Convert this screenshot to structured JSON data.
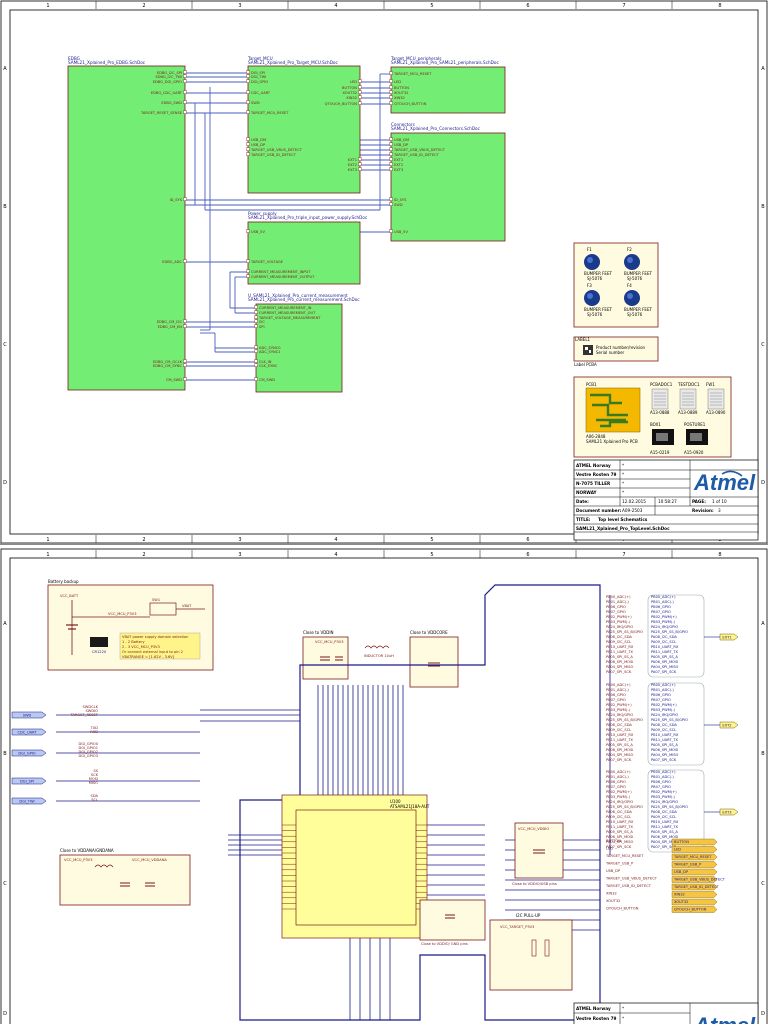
{
  "sheet1": {
    "blocks": {
      "edbg": {
        "title": "EDBG",
        "subtitle": "SAML21_Xplained_Pro_EDBG.SchDoc",
        "pins": [
          "EDBG_I2C_SPI",
          "EDBG_I2C_TWI",
          "EDBG_DGI_GPIO",
          "EDBG_CDC_UART",
          "EDBG_SWD",
          "TARGET_RESET_SENSE",
          "ID_SYS",
          "EDBG_ADC",
          "EDBG_CM_I2C",
          "EDBG_CM_EN",
          "EDBG_CM_GCLK",
          "EDBG_CM_SYNC",
          "CM_SWD"
        ]
      },
      "mcu": {
        "title": "Target_MCU",
        "subtitle": "SAML21_Xplained_Pro_Target_MCU.SchDoc",
        "pins_left": [
          "DGI_SPI",
          "DGI_TWI",
          "DGI_GPIO",
          "CDC_UART",
          "SWD",
          "TARGET_MCU_RESET",
          "USB_DM",
          "USB_DP",
          "TARGET_USB_VBUS_DETECT",
          "TARGET_USB_ID_DETECT"
        ],
        "pins_right": [
          "LED",
          "BUTTON",
          "XOUT32",
          "XIN32",
          "QTOUCH_BUTTON",
          "EXT1",
          "EXT2",
          "EXT3"
        ]
      },
      "periph": {
        "title": "Target_MCU_peripherals",
        "subtitle": "SAML21_Xplained_Pro_SAML21_peripherals.SchDoc",
        "pins": [
          "TARGET_MCU_RESET",
          "LED",
          "BUTTON",
          "XOUT32",
          "XIN32",
          "QTOUCH_BUTTON"
        ]
      },
      "conn": {
        "title": "Connectors",
        "subtitle": "SAML21_Xplained_Pro_Connectors.SchDoc",
        "pins": [
          "USB_DM",
          "USB_DP",
          "TARGET_USB_VBUS_DETECT",
          "TARGET_USB_ID_DETECT",
          "EXT1",
          "EXT2",
          "EXT3",
          "ID_SYS",
          "SWD",
          "USB_5V"
        ]
      },
      "power": {
        "title": "Power_supply",
        "subtitle": "SAML21_Xplained_Pro_triple_input_power_supply.SchDoc",
        "pins": [
          "USB_5V",
          "TARGET_VOLTAGE",
          "CURRENT_MEASUREMENT_INPUT",
          "CURRENT_MEASUREMENT_OUTPUT"
        ]
      },
      "curr": {
        "title": "U_SAML21_Xplained_Pro_current_measurement",
        "subtitle": "SAML21_Xplained_Pro_current_measurement.SchDoc",
        "pins": [
          "CURRENT_MEASUREMENT_IN",
          "CURRENT_MEASUREMENT_OUT",
          "TARGET_VOLTAGE_MEASUREMENT",
          "I2C",
          "SPI",
          "ADC_SYNC0",
          "ADC_SYNC1",
          "CLK_IN",
          "CLK_SYNC",
          "CM_SWD"
        ]
      }
    },
    "feet": {
      "items": [
        "F1",
        "F2",
        "F3",
        "F4"
      ],
      "part": "BUMPER FEET",
      "code": "SJ-5076"
    },
    "label": {
      "title": "LABEL1",
      "text1": "Product number/revision",
      "text2": "Serial number",
      "caption": "Label PCBA"
    },
    "bom": {
      "pcb_label": "PCB1",
      "pcb_code": "A06-2848",
      "pcb_desc": "SAML21 Xplained Pro PCB",
      "items": [
        "PCBADOC1",
        "TESTDOC1",
        "FW1",
        "BOX1",
        "POSTURE1"
      ],
      "codes": [
        "A13-0888",
        "A13-0889",
        "A13-0890",
        "A15-0219",
        "A15-0920"
      ]
    },
    "titleblock": {
      "r1": "ATMEL Norway",
      "r2": "Vestre Rosten 79",
      "r3": "N-7075 TILLER",
      "r4": "NORWAY",
      "date_label": "Date:",
      "date": "12.02.2015",
      "time": "10:58:27",
      "page_label": "PAGE:",
      "page": "1  of  10",
      "doc_label": "Document number:",
      "doc": "A09-2503",
      "rev_label": "Revision:",
      "rev": "3",
      "title_label": "TITLE:",
      "title": "Top level Schematics",
      "file": "SAML21_Xplained_Pro_TopLevel.SchDoc",
      "logo": "Atmel"
    }
  },
  "sheet2": {
    "battery": {
      "title": "Battery backup",
      "net": "VCC_BATT",
      "sw": "SW1",
      "part": "CR1220",
      "note1": "VBAT power supply domain selection",
      "note2": "1 - 2 Battery",
      "note3": "2 - 3 VCC_MCU_P3V3",
      "note4": "Or connect external input to pin 2",
      "note5": "VBATRANGE = [1.62V - 3.6V]",
      "vbat": "VBAT",
      "vcc": "VCC_MCU_P3V3"
    },
    "vddin": {
      "title": "Close to VDDIN",
      "net": "VCC_MCU_P3V3"
    },
    "vddcore": {
      "title": "Close to VDDCORE",
      "inductor": "INDUCTOR 10uH"
    },
    "vddana": {
      "title": "Close to VDDANA/GNDANA",
      "net1": "VCC_MCU_P3V3",
      "net2": "VCC_MCU_VDDANA"
    },
    "mcu": {
      "ref": "U100",
      "part": "ATSAML21J18A-AUT"
    },
    "usbvdd": {
      "net": "VCC_MCU_VDDIO",
      "caption": "Close to VDDIO/USB pins"
    },
    "vddio_cap": {
      "caption": "Close to VDDIO/ GND pins"
    },
    "i2cpull": {
      "title": "I2C PULL-UP",
      "net": "VCC_TARGET_P3V3"
    },
    "left_ports": [
      "SWD",
      "CDC_UART",
      "DGI_GPIO",
      "DGI_SPI",
      "DGI_TWI"
    ],
    "left_nets": [
      "SWDCLK",
      "SWDIO",
      "TARGET_RESET",
      "TXD",
      "RXD",
      "DGI_GPIO0",
      "DGI_GPIO1",
      "DGI_GPIO2",
      "DGI_GPIO3",
      "SS",
      "SCK",
      "MOSI",
      "MISO",
      "SDA",
      "SCL"
    ],
    "ext_ports": [
      "EXT1",
      "EXT2",
      "EXT3"
    ],
    "ext_pins": [
      "PB00_ADC(+)",
      "PB01_ADC(-)",
      "PB06_GPIO",
      "PB07_GPIO",
      "PB02_PWM(+)",
      "PB03_PWM(-)",
      "PA24_IRQ/GPIO",
      "PA25_SPI_SS_B/GPIO",
      "PA08_I2C_SDA",
      "PA09_I2C_SCL",
      "PB10_UART_RX",
      "PB11_UART_TX",
      "PA05_SPI_SS_A",
      "PA06_SPI_MOSI",
      "PA04_SPI_MISO",
      "PA07_SPI_SCK"
    ],
    "right_nets": [
      "BUTTON",
      "LED",
      "TARGET_MCU_RESET",
      "TARGET_USB_P",
      "USB_DP",
      "TARGET_USB_VBUS_DETECT",
      "TARGET_USB_ID_DETECT",
      "XIN32",
      "XOUT32",
      "QTOUCH_BUTTON"
    ],
    "gnd": "GND",
    "titleblock": {
      "r1": "ATMEL Norway",
      "r2": "Vestre Rosten 79",
      "logo": "Atmel"
    }
  },
  "ruler": [
    "1",
    "2",
    "3",
    "4",
    "5",
    "6",
    "7",
    "8"
  ],
  "ruler_rows": [
    "A",
    "B",
    "C",
    "D"
  ]
}
